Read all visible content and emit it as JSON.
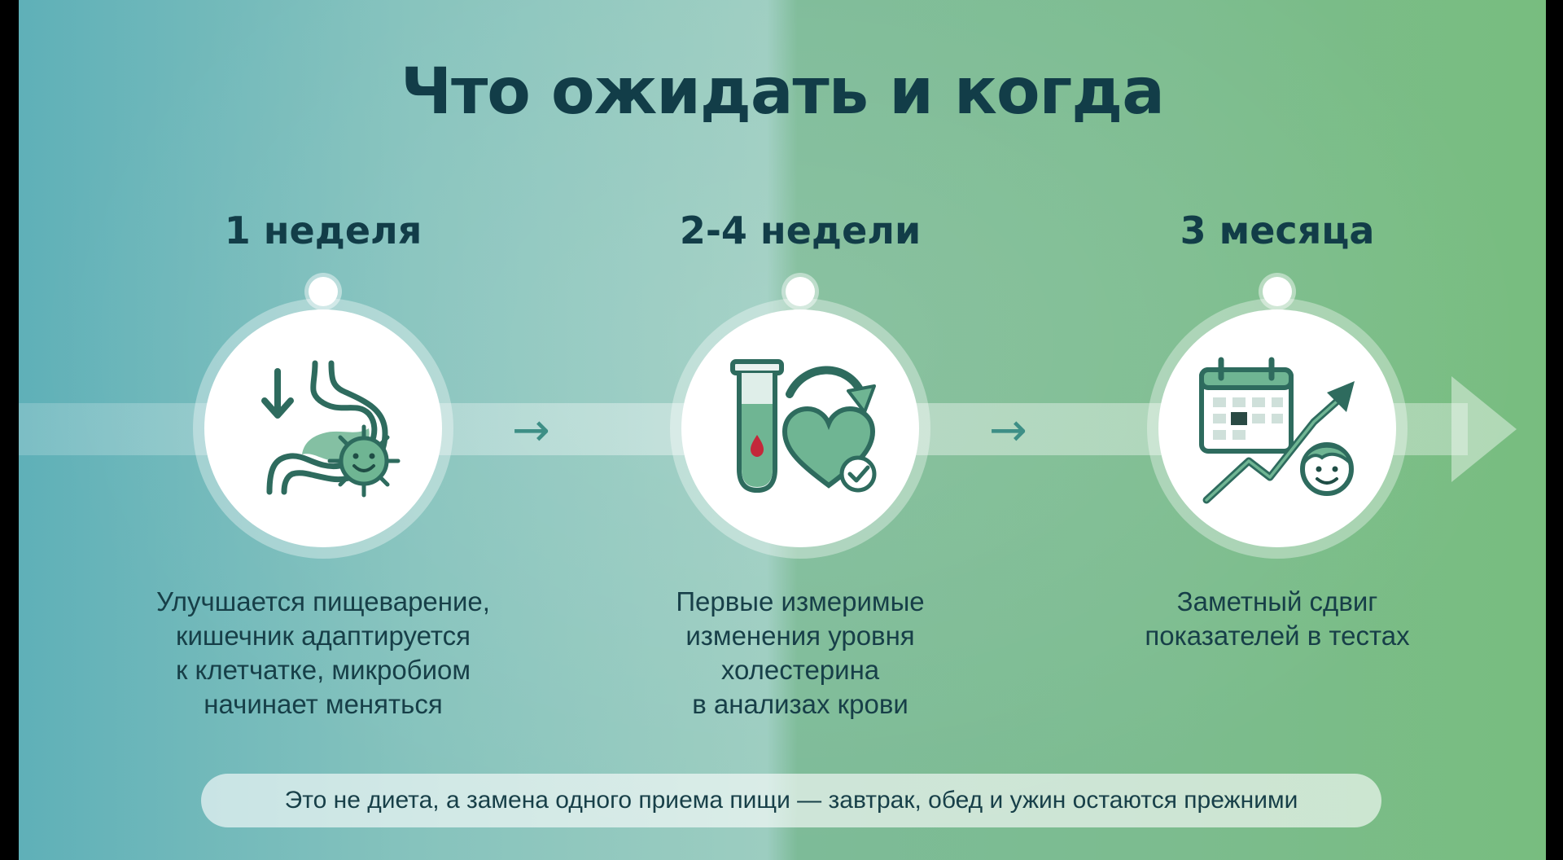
{
  "title": "Что ожидать и когда",
  "steps": [
    {
      "label": "1 неделя",
      "icon": "stomach-microbe-icon",
      "lines": [
        "Улучшается пищеварение,",
        "кишечник адаптируется",
        "к клетчатке, микробиом",
        "начинает меняться"
      ]
    },
    {
      "label": "2-4 недели",
      "icon": "blood-test-heart-icon",
      "lines": [
        "Первые измеримые",
        "изменения уровня",
        "холестерина",
        "в анализах крови"
      ]
    },
    {
      "label": "3 месяца",
      "icon": "calendar-growth-icon",
      "lines": [
        "Заметный сдвиг",
        "показателей в тестах"
      ]
    }
  ],
  "connector": "→",
  "footer": "Это не диета, а замена одного приема пищи — завтрак, обед и ужин остаются прежними",
  "colors": {
    "title": "#123d48",
    "icon_stroke": "#2e6b5e",
    "icon_fill": "#6fb593",
    "accent_red": "#c4283a"
  }
}
